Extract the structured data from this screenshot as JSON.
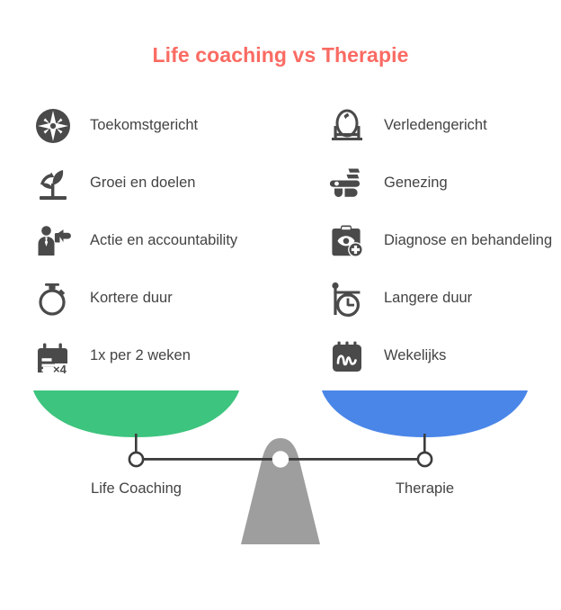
{
  "title": "Life coaching vs Therapie",
  "colors": {
    "title": "#fa6b63",
    "left_pan": "#3dc47e",
    "right_pan": "#4a86e8",
    "fulcrum": "#9e9e9e",
    "beam": "#3c3c3c",
    "icon": "#4a4a4a",
    "text": "#434343",
    "background": "#ffffff"
  },
  "left_column": {
    "items": [
      {
        "icon": "compass-icon",
        "label": "Toekomstgericht"
      },
      {
        "icon": "sprout-icon",
        "label": "Groei en doelen"
      },
      {
        "icon": "person-point-icon",
        "label": "Actie en accountability"
      },
      {
        "icon": "stopwatch-icon",
        "label": "Kortere duur"
      },
      {
        "icon": "calendar-x4-icon",
        "label": "1x per 2 weken"
      }
    ]
  },
  "right_column": {
    "items": [
      {
        "icon": "mirror-icon",
        "label": "Verledengericht"
      },
      {
        "icon": "bandaged-leg-icon",
        "label": "Genezing"
      },
      {
        "icon": "clipboard-plus-icon",
        "label": "Diagnose en behandeling"
      },
      {
        "icon": "hanging-clock-icon",
        "label": "Langere duur"
      },
      {
        "icon": "calendar-wave-icon",
        "label": "Wekelijks"
      }
    ]
  },
  "scale": {
    "left_label": "Life Coaching",
    "right_label": "Therapie",
    "left_pan_color": "#3dc47e",
    "right_pan_color": "#4a86e8"
  }
}
